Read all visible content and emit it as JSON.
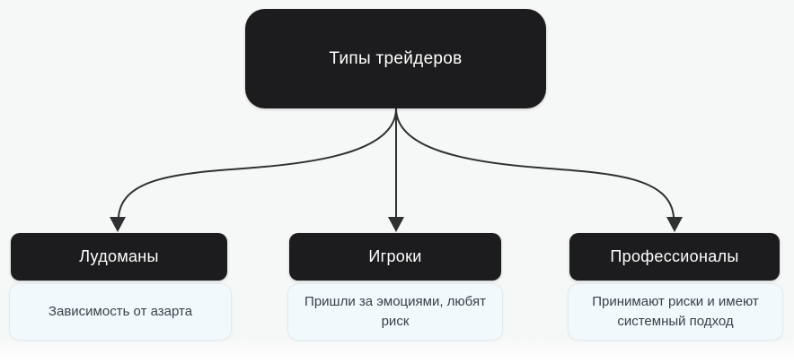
{
  "diagram": {
    "root": {
      "label": "Типы трейдеров"
    },
    "branches": [
      {
        "title": "Лудоманы",
        "description": "Зависимость от азарта"
      },
      {
        "title": "Игроки",
        "description": "Пришли за эмоциями, любят риск"
      },
      {
        "title": "Профессионалы",
        "description": "Принимают риски и имеют системный подход"
      }
    ]
  },
  "colors": {
    "node_bg": "#1c1c1e",
    "node_text": "#ffffff",
    "desc_bg": "#f2f9fc",
    "desc_border": "#e2eaef",
    "desc_text": "#3a3f45",
    "arrow": "#2f3032",
    "background": "#f6f7f7"
  }
}
